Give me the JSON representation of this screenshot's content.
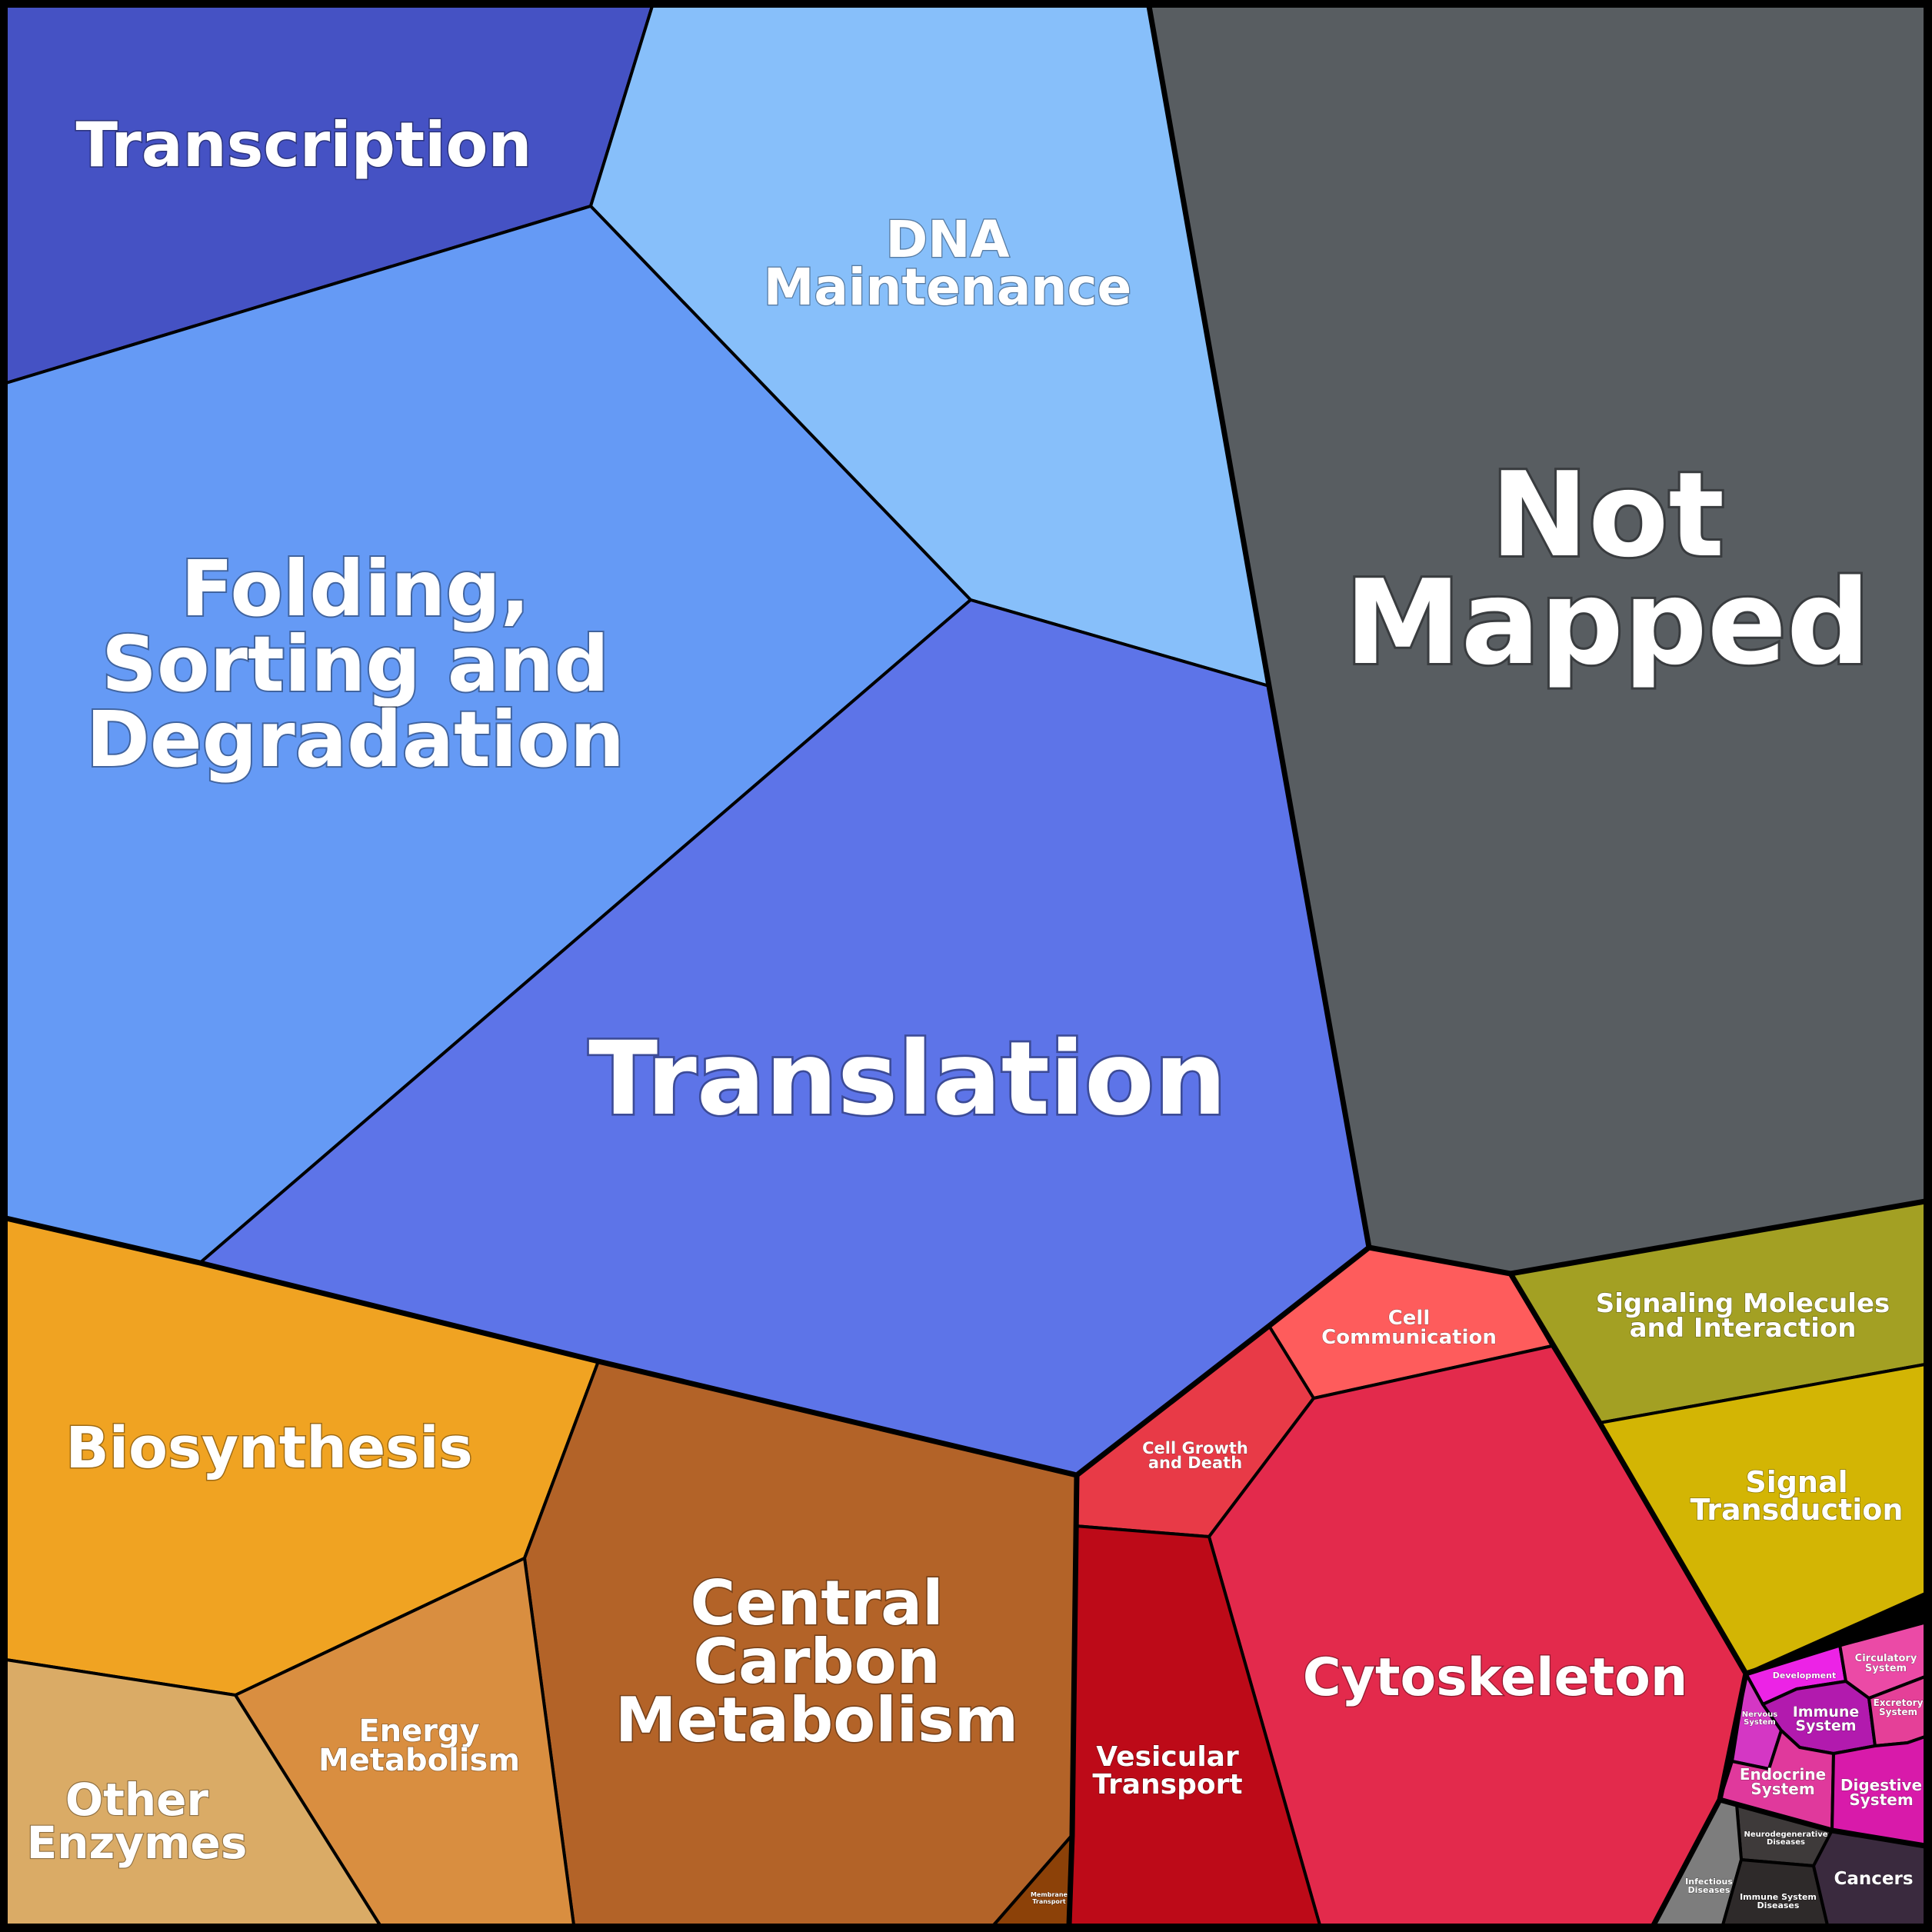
{
  "categories": {
    "transcription": {
      "label": "Transcription",
      "color": "#4552c4"
    },
    "dna_maintenance": {
      "label": "DNA Maintenance",
      "color": "#87bffa"
    },
    "folding": {
      "label": "Folding, Sorting and Degradation",
      "color": "#659af5"
    },
    "translation": {
      "label": "Translation",
      "color": "#5d74e8"
    },
    "not_mapped": {
      "label": "Not Mapped",
      "color": "#585d61"
    },
    "biosynthesis": {
      "label": "Biosynthesis",
      "color": "#f0a322"
    },
    "central_carbon": {
      "label": "Central Carbon Metabolism",
      "color": "#b36328"
    },
    "energy_metabolism": {
      "label": "Energy Metabolism",
      "color": "#d98e40"
    },
    "other_enzymes": {
      "label": "Other Enzymes",
      "color": "#daab66"
    },
    "membrane_transport": {
      "label": "Membrane Transport",
      "color": "#8c4108"
    },
    "cell_communication": {
      "label": "Cell Communication",
      "color": "#fe5c5c"
    },
    "cell_growth_death": {
      "label": "Cell Growth and Death",
      "color": "#e83a47"
    },
    "cytoskeleton": {
      "label": "Cytoskeleton",
      "color": "#e32a4c"
    },
    "vesicular_transport": {
      "label": "Vesicular Transport",
      "color": "#bd0a18"
    },
    "signaling_molecules": {
      "label": "Signaling Molecules and Interaction",
      "color": "#a3a023"
    },
    "signal_transduction": {
      "label": "Signal Transduction",
      "color": "#d3b504"
    },
    "development": {
      "label": "Development",
      "color": "#ec23e6"
    },
    "circulatory_system": {
      "label": "Circulatory System",
      "color": "#eb4aa6"
    },
    "nervous_system": {
      "label": "Nervous System",
      "color": "#d437c4"
    },
    "immune_system": {
      "label": "Immune System",
      "color": "#b21aae"
    },
    "excretory_system": {
      "label": "Excretory System",
      "color": "#e54098"
    },
    "endocrine_system": {
      "label": "Endocrine System",
      "color": "#e0399c"
    },
    "digestive_system": {
      "label": "Digestive System",
      "color": "#d81aaa"
    },
    "neurodegenerative": {
      "label": "Neurodegenerative Diseases",
      "color": "#3e3a3a"
    },
    "infectious_diseases": {
      "label": "Infectious Diseases",
      "color": "#7d7d7d"
    },
    "immune_system_diseases": {
      "label": "Immune System Diseases",
      "color": "#2e2a2a"
    },
    "cancers": {
      "label": "Cancers",
      "color": "#3a2a3e"
    }
  },
  "labels": {
    "transcription": [
      "Transcription"
    ],
    "dna_maintenance": [
      "DNA",
      "Maintenance"
    ],
    "folding": [
      "Folding,",
      "Sorting and",
      "Degradation"
    ],
    "translation": [
      "Translation"
    ],
    "not_mapped": [
      "Not",
      "Mapped"
    ],
    "biosynthesis": [
      "Biosynthesis"
    ],
    "central_carbon": [
      "Central",
      "Carbon",
      "Metabolism"
    ],
    "energy_metabolism": [
      "Energy",
      "Metabolism"
    ],
    "other_enzymes": [
      "Other",
      "Enzymes"
    ],
    "membrane_transport": [
      "Membrane",
      "Transport"
    ],
    "cell_communication": [
      "Cell",
      "Communication"
    ],
    "cell_growth_death": [
      "Cell Growth",
      "and Death"
    ],
    "cytoskeleton": [
      "Cytoskeleton"
    ],
    "vesicular_transport": [
      "Vesicular",
      "Transport"
    ],
    "signaling_molecules": [
      "Signaling Molecules",
      "and Interaction"
    ],
    "signal_transduction": [
      "Signal",
      "Transduction"
    ],
    "development": [
      "Development"
    ],
    "circulatory_system": [
      "Circulatory",
      "System"
    ],
    "nervous_system": [
      "Nervous",
      "System"
    ],
    "immune_system": [
      "Immune",
      "System"
    ],
    "excretory_system": [
      "Excretory",
      "System"
    ],
    "endocrine_system": [
      "Endocrine",
      "System"
    ],
    "digestive_system": [
      "Digestive",
      "System"
    ],
    "neurodegenerative": [
      "Neurodegenerative",
      "Diseases"
    ],
    "infectious_diseases": [
      "Infectious",
      "Diseases"
    ],
    "immune_system_diseases": [
      "Immune System",
      "Diseases"
    ],
    "cancers": [
      "Cancers"
    ]
  }
}
